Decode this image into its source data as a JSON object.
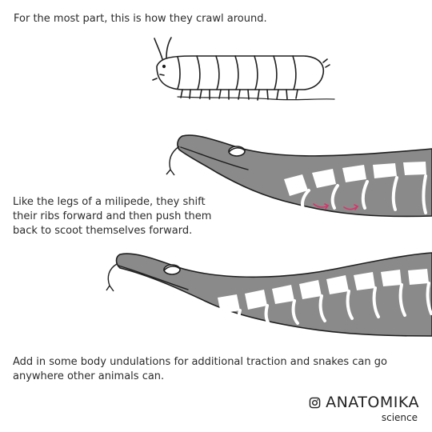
{
  "captions": {
    "crawl": "For the most part, this is how they crawl around.",
    "ribs": "Like the legs of a milipede, they shift their ribs forward and then push them back to scoot themselves forward.",
    "undulation": "Add in some body undulations for additional traction and snakes can go anywhere other animals can."
  },
  "brand": {
    "name": "ANATOMIKA",
    "subtitle": "science",
    "icon": "instagram-icon"
  },
  "colors": {
    "snake_body": "#8a8a8a",
    "ribs": "#ffffff",
    "arrows": "#d8336b",
    "outline": "#1e1e1e"
  }
}
